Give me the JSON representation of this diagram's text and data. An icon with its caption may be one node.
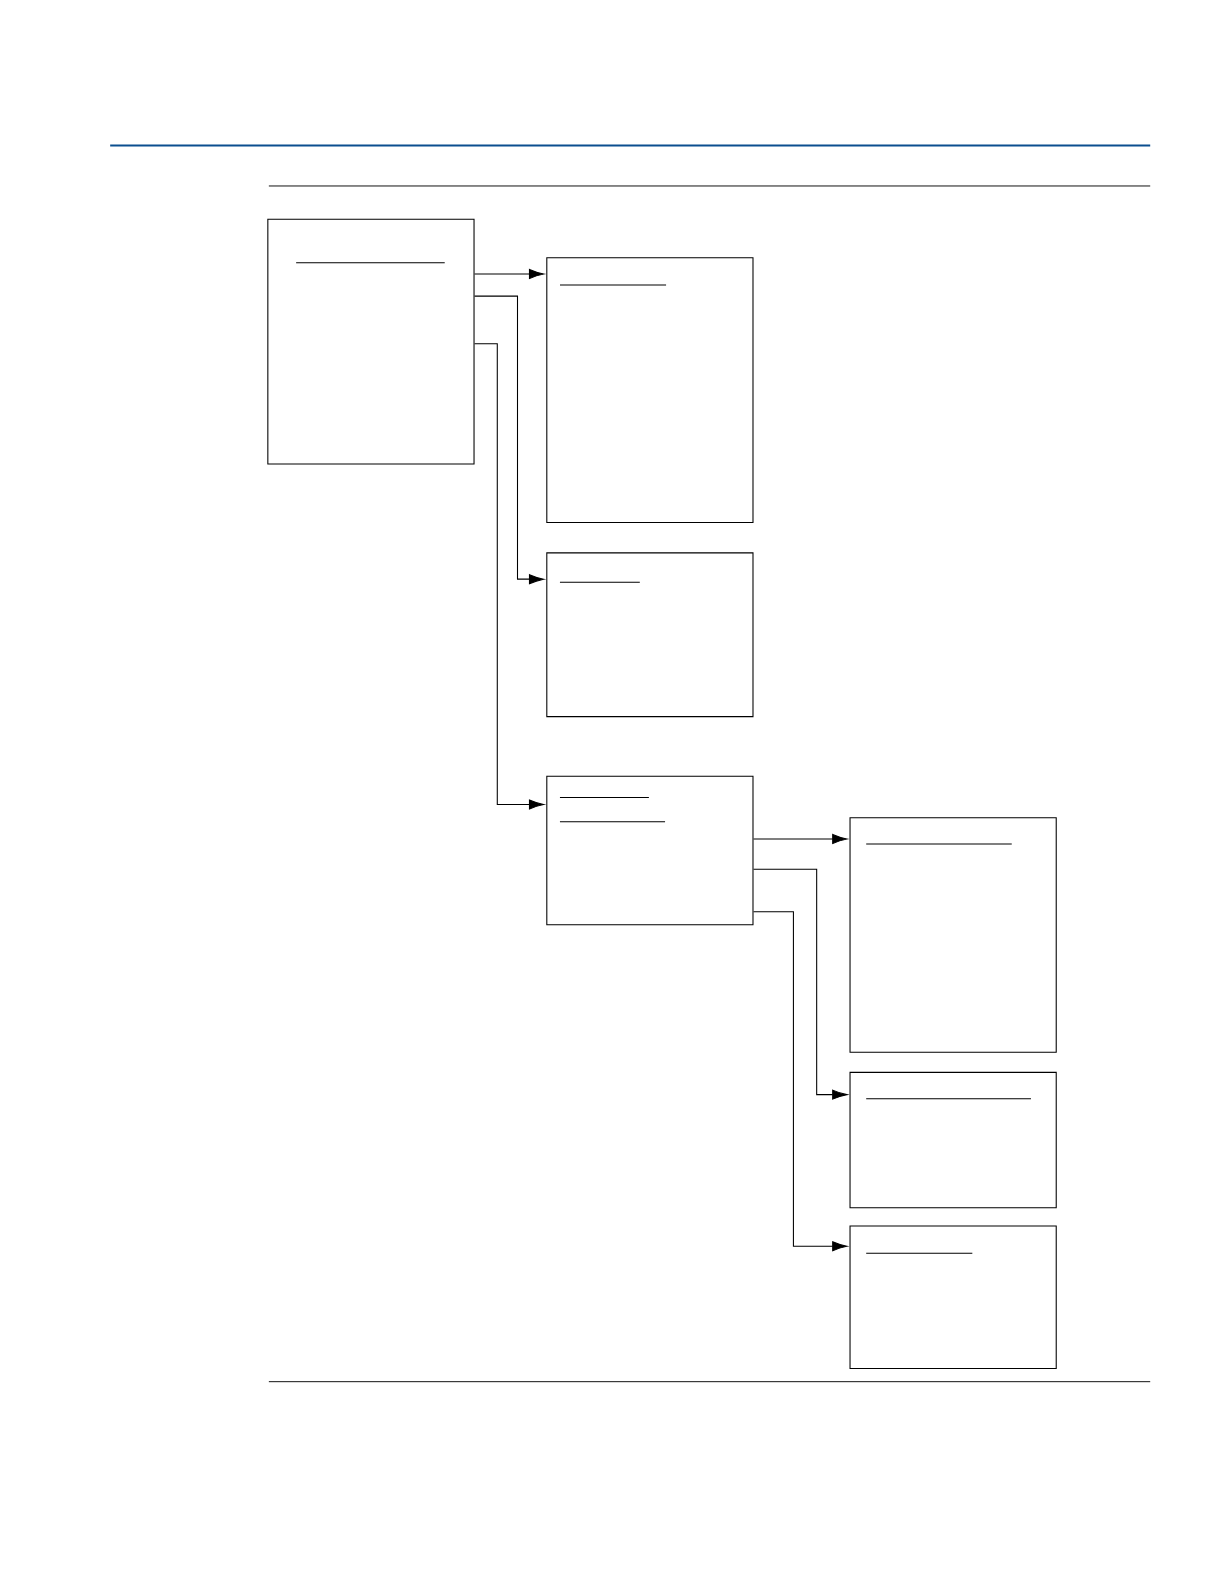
{
  "diagram": {
    "nodes": [
      {
        "text": [],
        "shape": "box"
      },
      {
        "text": [],
        "shape": "box"
      },
      {
        "text": [],
        "shape": "box"
      },
      {
        "text": [],
        "shape": "box"
      },
      {
        "text": [],
        "shape": "box"
      },
      {
        "text": [],
        "shape": "box"
      },
      {
        "text": [],
        "shape": "box"
      }
    ],
    "edges": [
      {
        "from": 0,
        "to": 1,
        "arrow": "to"
      },
      {
        "from": 0,
        "to": 2,
        "arrow": "to"
      },
      {
        "from": 0,
        "to": 3,
        "arrow": "to"
      },
      {
        "from": 3,
        "to": 4,
        "arrow": "to"
      },
      {
        "from": 3,
        "to": 5,
        "arrow": "to"
      },
      {
        "from": 3,
        "to": 6,
        "arrow": "to"
      }
    ]
  }
}
